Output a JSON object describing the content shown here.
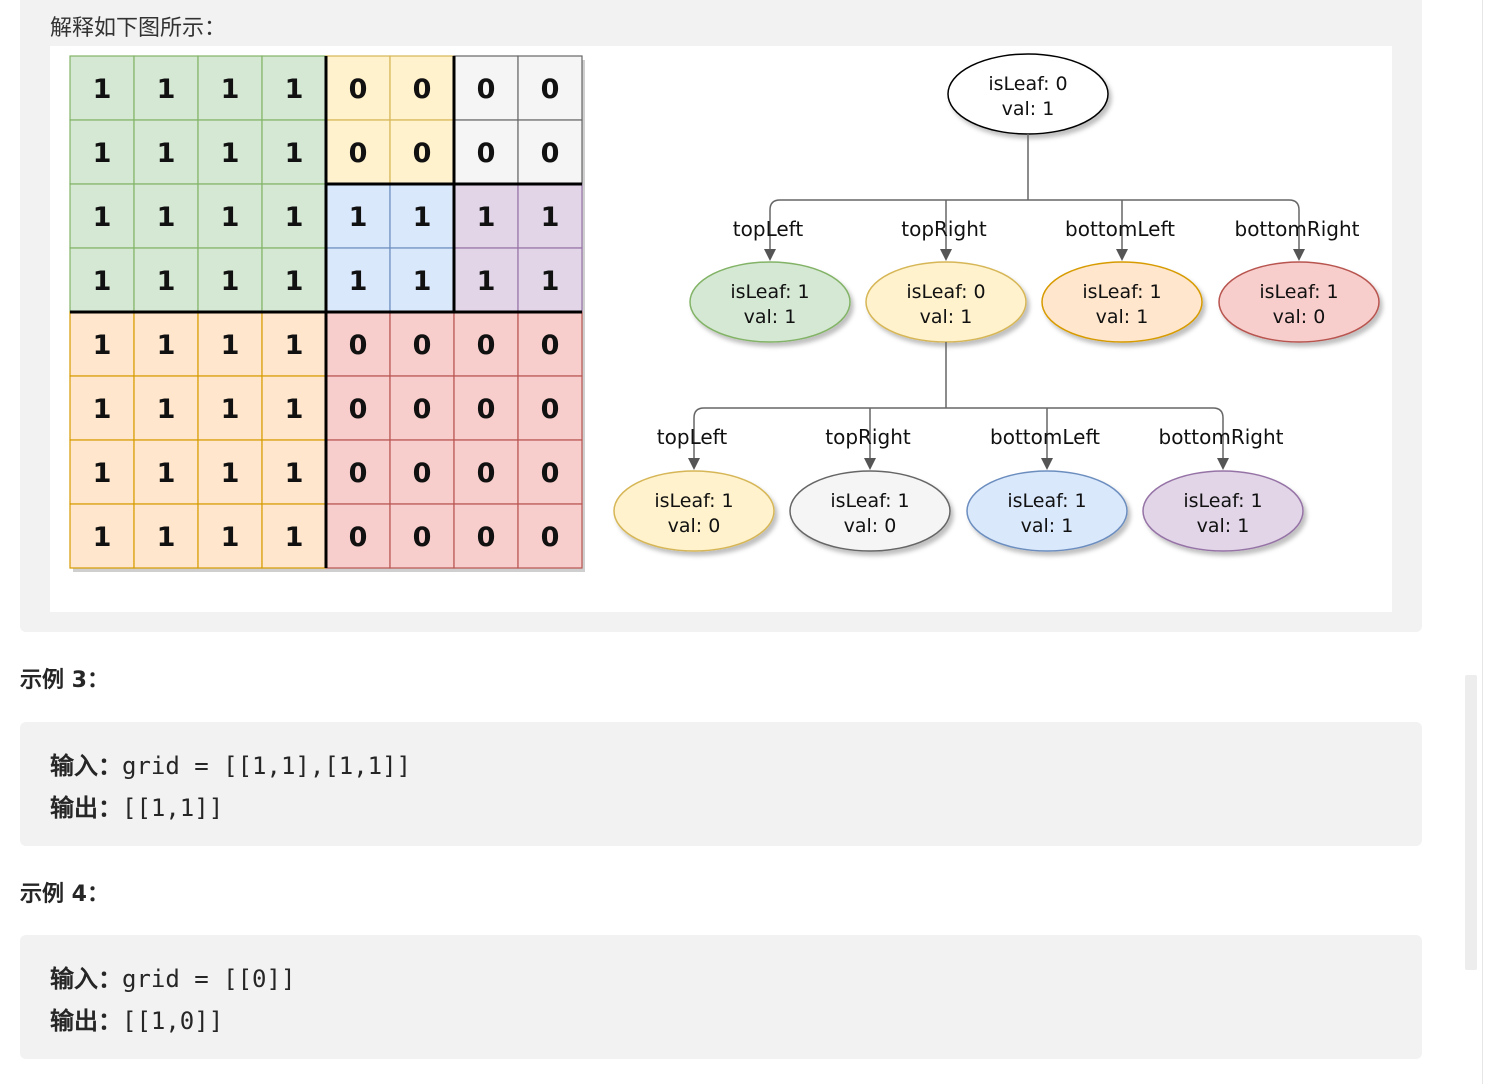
{
  "explain_text": "解释如下图所示：",
  "grid": {
    "rows": [
      [
        "1",
        "1",
        "1",
        "1",
        "0",
        "0",
        "0",
        "0"
      ],
      [
        "1",
        "1",
        "1",
        "1",
        "0",
        "0",
        "0",
        "0"
      ],
      [
        "1",
        "1",
        "1",
        "1",
        "1",
        "1",
        "1",
        "1"
      ],
      [
        "1",
        "1",
        "1",
        "1",
        "1",
        "1",
        "1",
        "1"
      ],
      [
        "1",
        "1",
        "1",
        "1",
        "0",
        "0",
        "0",
        "0"
      ],
      [
        "1",
        "1",
        "1",
        "1",
        "0",
        "0",
        "0",
        "0"
      ],
      [
        "1",
        "1",
        "1",
        "1",
        "0",
        "0",
        "0",
        "0"
      ],
      [
        "1",
        "1",
        "1",
        "1",
        "0",
        "0",
        "0",
        "0"
      ]
    ],
    "colors": {
      "green": "#d5e8d4",
      "yellow": "#fff2cc",
      "white": "#f5f5f5",
      "blue": "#dae8fc",
      "purple": "#e1d5e7",
      "orange": "#ffe6cc",
      "red": "#f8cecc"
    }
  },
  "tree": {
    "root": {
      "line1": "isLeaf: 0",
      "line2": "val: 1"
    },
    "level1": [
      {
        "edge": "topLeft",
        "line1": "isLeaf: 1",
        "line2": "val: 1",
        "fill": "#d5e8d4",
        "stroke": "#82b366"
      },
      {
        "edge": "topRight",
        "line1": "isLeaf: 0",
        "line2": "val: 1",
        "fill": "#fff2cc",
        "stroke": "#d6b656"
      },
      {
        "edge": "bottomLeft",
        "line1": "isLeaf: 1",
        "line2": "val: 1",
        "fill": "#ffe6cc",
        "stroke": "#d79b00"
      },
      {
        "edge": "bottomRight",
        "line1": "isLeaf: 1",
        "line2": "val: 0",
        "fill": "#f8cecc",
        "stroke": "#b85450"
      }
    ],
    "level2": [
      {
        "edge": "topLeft",
        "line1": "isLeaf: 1",
        "line2": "val: 0",
        "fill": "#fff2cc",
        "stroke": "#d6b656"
      },
      {
        "edge": "topRight",
        "line1": "isLeaf: 1",
        "line2": "val: 0",
        "fill": "#f5f5f5",
        "stroke": "#666666"
      },
      {
        "edge": "bottomLeft",
        "line1": "isLeaf: 1",
        "line2": "val: 1",
        "fill": "#dae8fc",
        "stroke": "#6c8ebf"
      },
      {
        "edge": "bottomRight",
        "line1": "isLeaf: 1",
        "line2": "val: 1",
        "fill": "#e1d5e7",
        "stroke": "#9673a6"
      }
    ]
  },
  "example3": {
    "title": "示例 3：",
    "input_label": "输入：",
    "input_value": "grid = [[1,1],[1,1]]",
    "output_label": "输出：",
    "output_value": "[[1,1]]"
  },
  "example4": {
    "title": "示例 4：",
    "input_label": "输入：",
    "input_value": "grid = [[0]]",
    "output_label": "输出：",
    "output_value": "[[1,0]]"
  }
}
